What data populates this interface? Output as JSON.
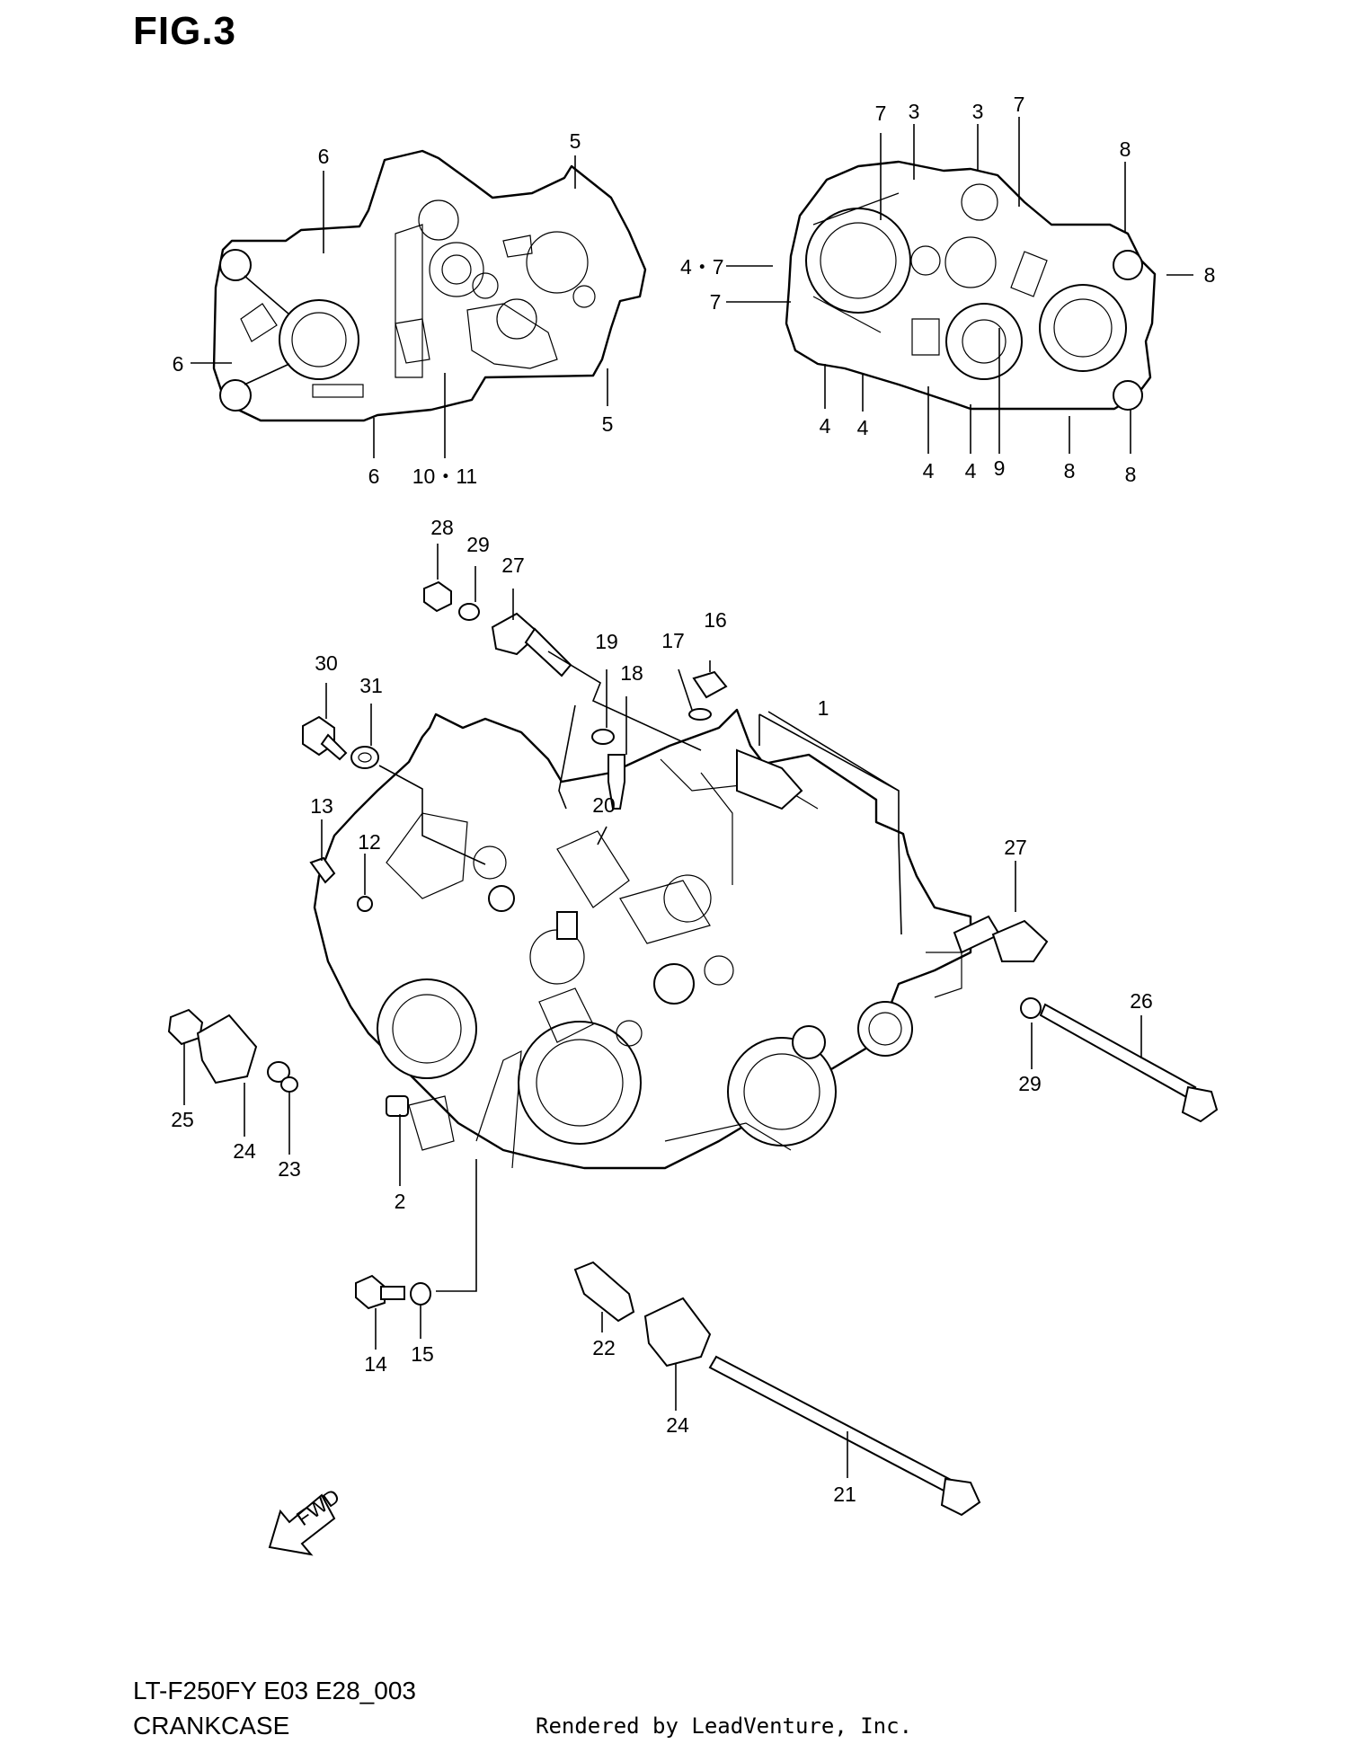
{
  "figure": {
    "title": "FIG.3"
  },
  "footer": {
    "model": "LT-F250FY E03 E28_003",
    "section": "CRANKCASE",
    "credit": "Rendered by LeadVenture, Inc."
  },
  "fwd_arrow": {
    "label": "FWD"
  },
  "callouts": {
    "c1": "1",
    "c2": "2",
    "c3a": "3",
    "c3b": "3",
    "c4a": "4",
    "c4b": "4",
    "c4c": "4",
    "c4d": "4",
    "c4_7": "4・7",
    "c5a": "5",
    "c5b": "5",
    "c6a": "6",
    "c6b": "6",
    "c6c": "6",
    "c7a": "7",
    "c7b": "7",
    "c7c": "7",
    "c8a": "8",
    "c8b": "8",
    "c8c": "8",
    "c8d": "8",
    "c9": "9",
    "c10_11": "10・11",
    "c12": "12",
    "c13": "13",
    "c14": "14",
    "c15": "15",
    "c16": "16",
    "c17": "17",
    "c18": "18",
    "c19": "19",
    "c20": "20",
    "c21": "21",
    "c22": "22",
    "c23": "23",
    "c24a": "24",
    "c24b": "24",
    "c25": "25",
    "c26": "26",
    "c27a": "27",
    "c27b": "27",
    "c28": "28",
    "c29a": "29",
    "c29b": "29",
    "c30": "30",
    "c31": "31"
  }
}
